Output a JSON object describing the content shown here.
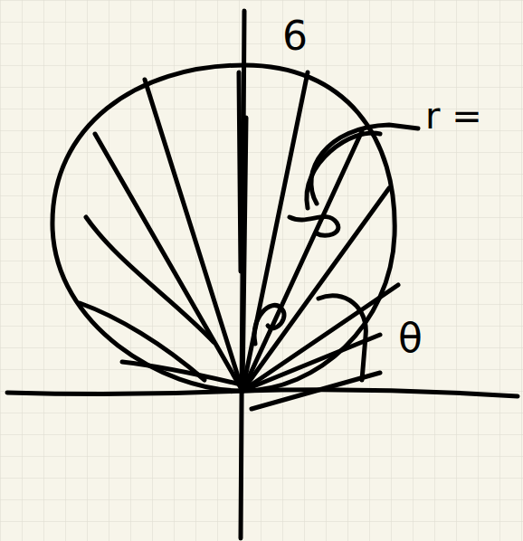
{
  "diagram": {
    "labels": [
      "6",
      "r =",
      "θ"
    ]
  }
}
